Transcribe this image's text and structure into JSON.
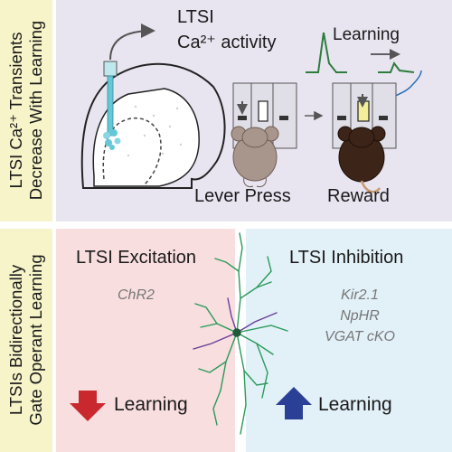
{
  "sidebar": {
    "top_label_lines": [
      "LTSI Ca²⁺ Transients",
      "Decrease With Learning"
    ],
    "bottom_label_lines": [
      "LTSIs Bidirectionally",
      "Gate Operant Learning"
    ]
  },
  "top": {
    "activity_title": "LTSI",
    "activity_subtitle": "Ca²⁺ activity",
    "learning_label": "Learning",
    "lever_press_label": "Lever Press",
    "reward_label": "Reward"
  },
  "excitation": {
    "title": "LTSI Excitation",
    "method": "ChR2",
    "outcome": "Learning"
  },
  "inhibition": {
    "title": "LTSI Inhibition",
    "methods": [
      "Kir2.1",
      "NpHR",
      "VGAT cKO"
    ],
    "outcome": "Learning"
  },
  "colors": {
    "sidebar_bg": "#f6f4c8",
    "top_panel_bg": "#e8e5f1",
    "excitation_bg": "#f9dedf",
    "inhibition_bg": "#e2f0f8",
    "trace_green": "#2e7d3c",
    "fiber_cyan": "#64c8d8",
    "down_arrow_red": "#c8282e",
    "up_arrow_blue": "#2a3f96",
    "mouse_before": "#a8968c",
    "mouse_after": "#3d2418",
    "neuron_green": "#2a9a5a",
    "neuron_purple": "#6a3e9a"
  }
}
